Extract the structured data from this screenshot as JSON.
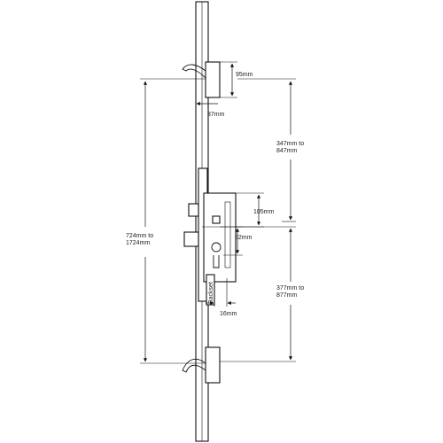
{
  "diagram": {
    "dimensions": {
      "hook_height": "95mm",
      "hook_depth": "37mm",
      "upper_spacing": "347mm to 847mm",
      "overall_length": "724mm to 1724mm",
      "centre_to_square": "105mm",
      "centre_to_cylinder": "92mm",
      "lower_spacing": "377mm to 877mm",
      "backset": "16mm",
      "backset_tag": "Backset"
    },
    "colors": {
      "line": "#111111",
      "background": "#ffffff"
    }
  }
}
